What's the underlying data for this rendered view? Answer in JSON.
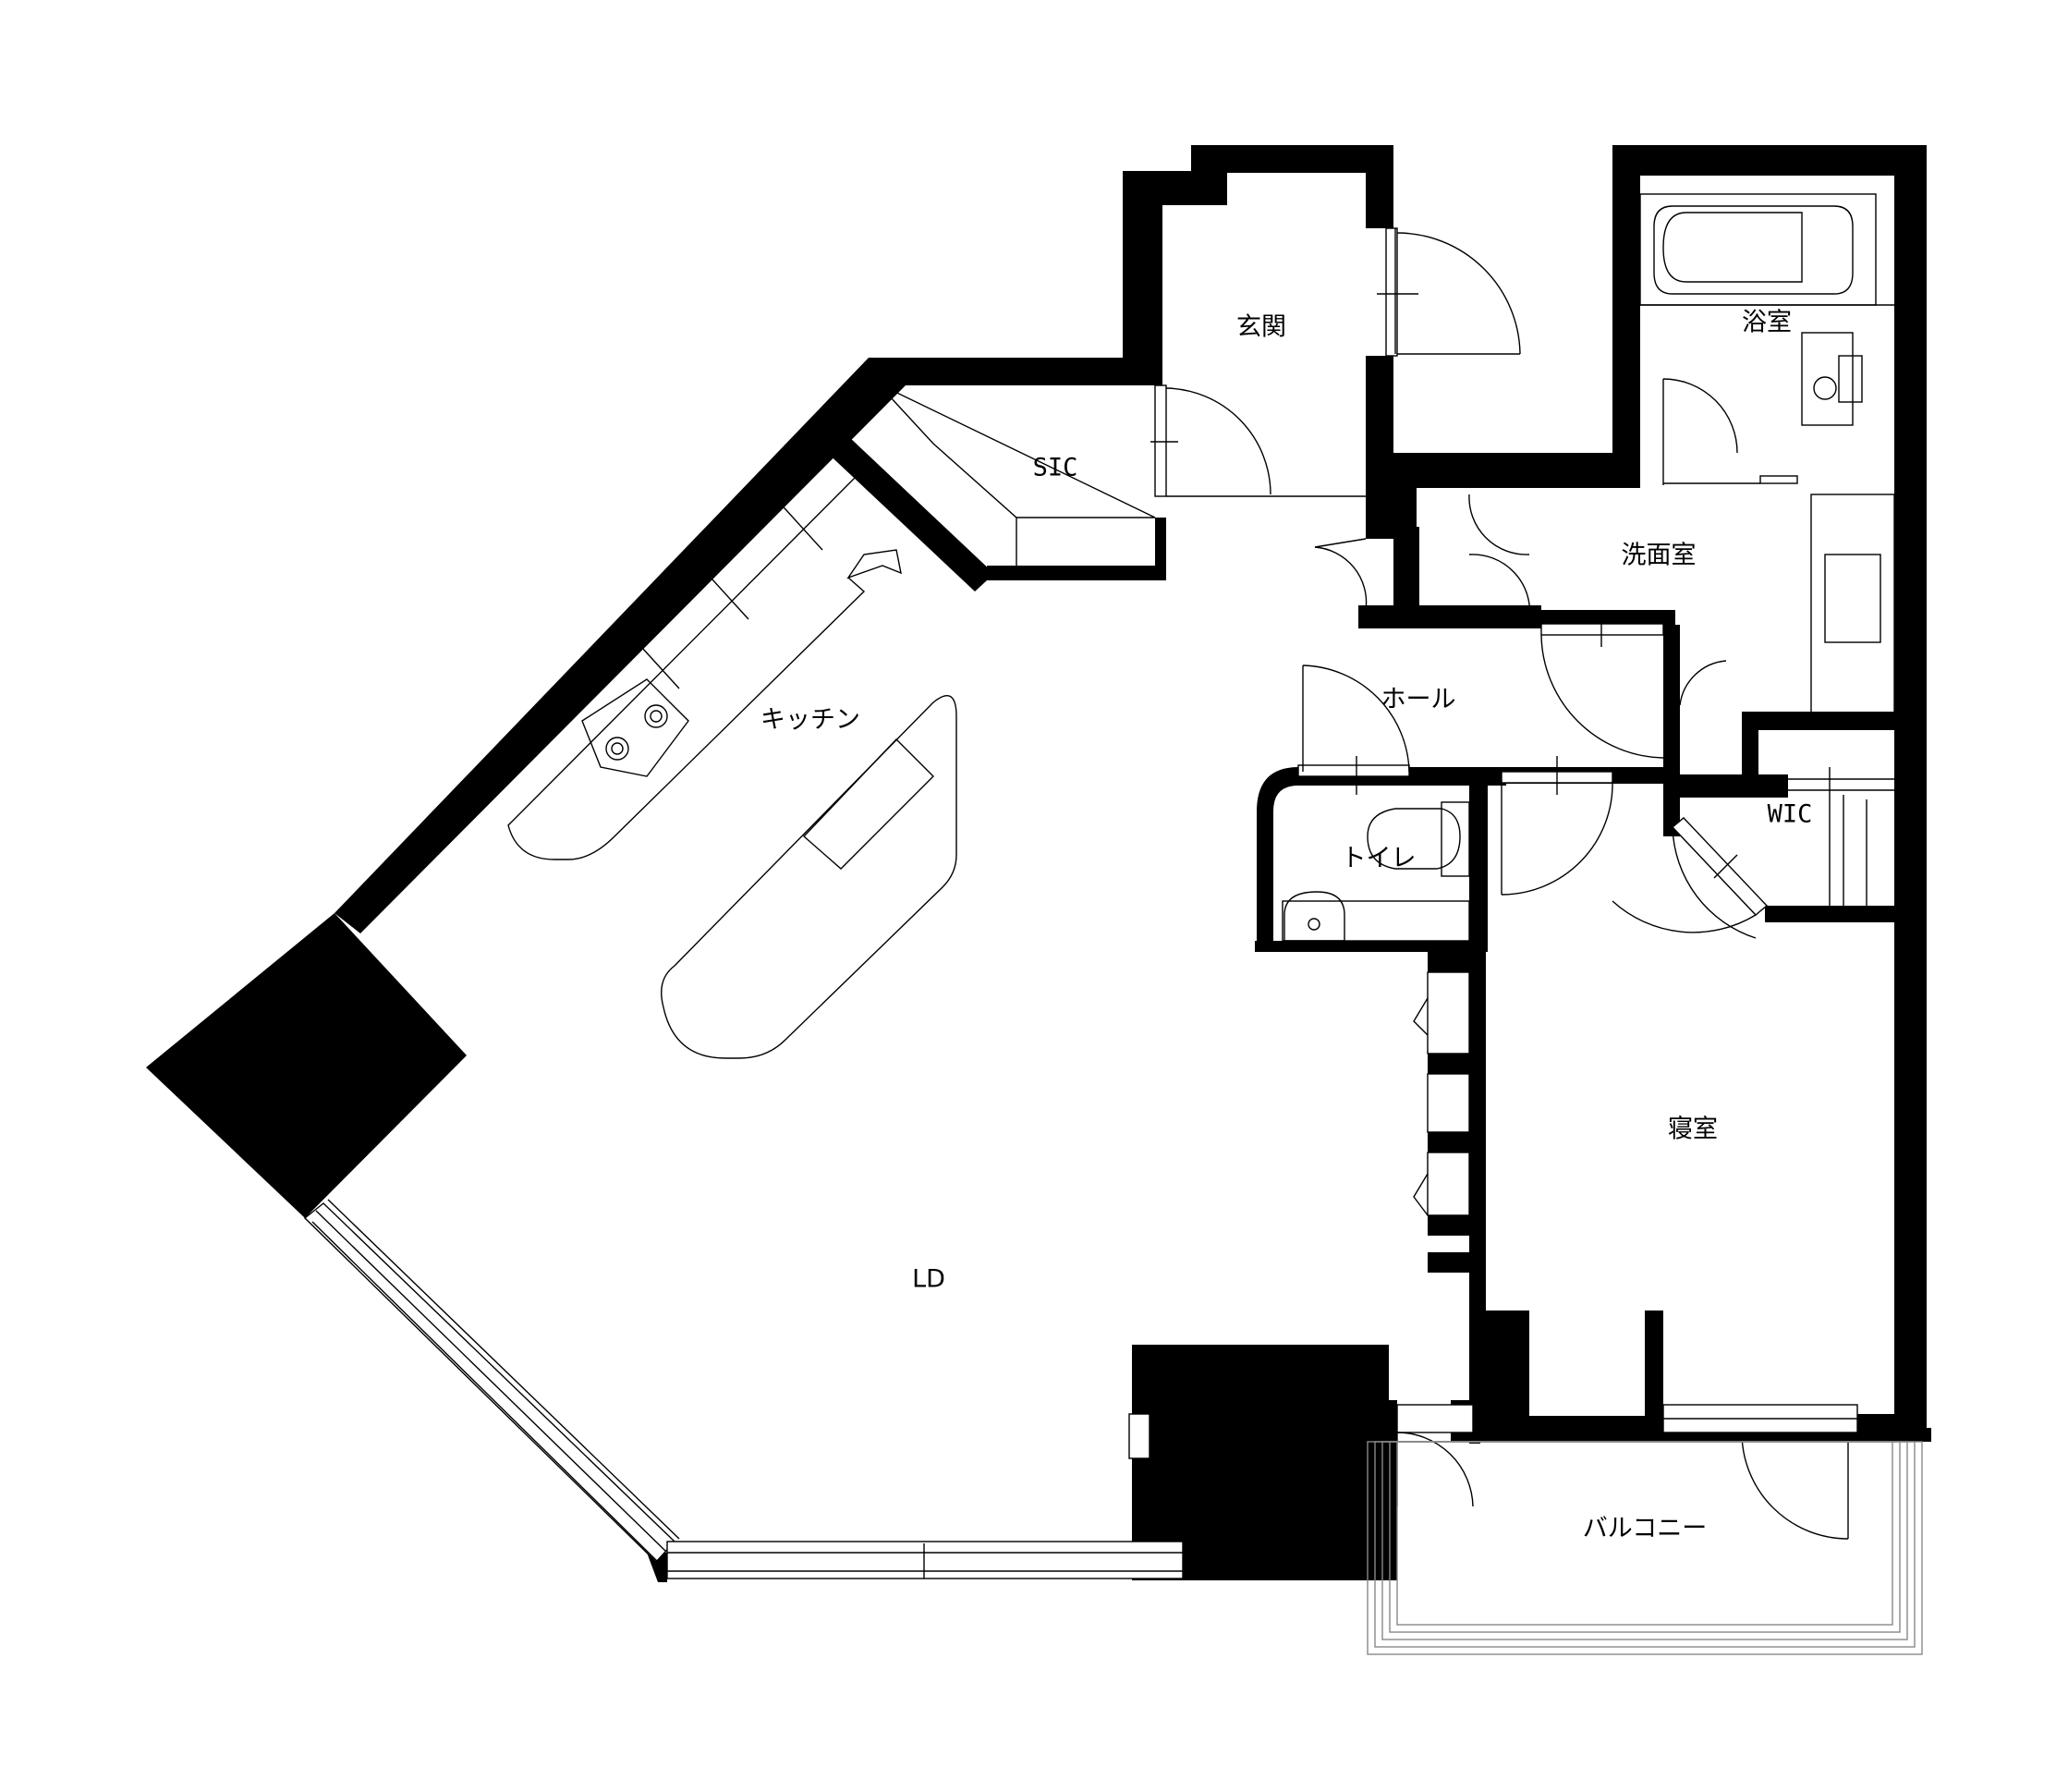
{
  "rooms": {
    "entrance": "玄関",
    "sic": "SIC",
    "bathroom": "浴室",
    "washroom": "洗面室",
    "hall": "ホール",
    "kitchen": "キッチン",
    "toilet": "トイレ",
    "wic": "WIC",
    "bedroom": "寝室",
    "ld": "LD",
    "balcony": "バルコニー"
  }
}
